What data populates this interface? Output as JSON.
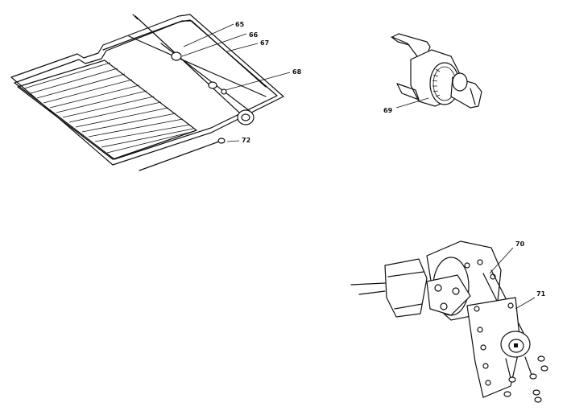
{
  "callouts": {
    "c65": "65",
    "c66": "66",
    "c67": "67",
    "c68": "68",
    "c69": "69",
    "c70": "70",
    "c71": "71",
    "c72": "72"
  }
}
